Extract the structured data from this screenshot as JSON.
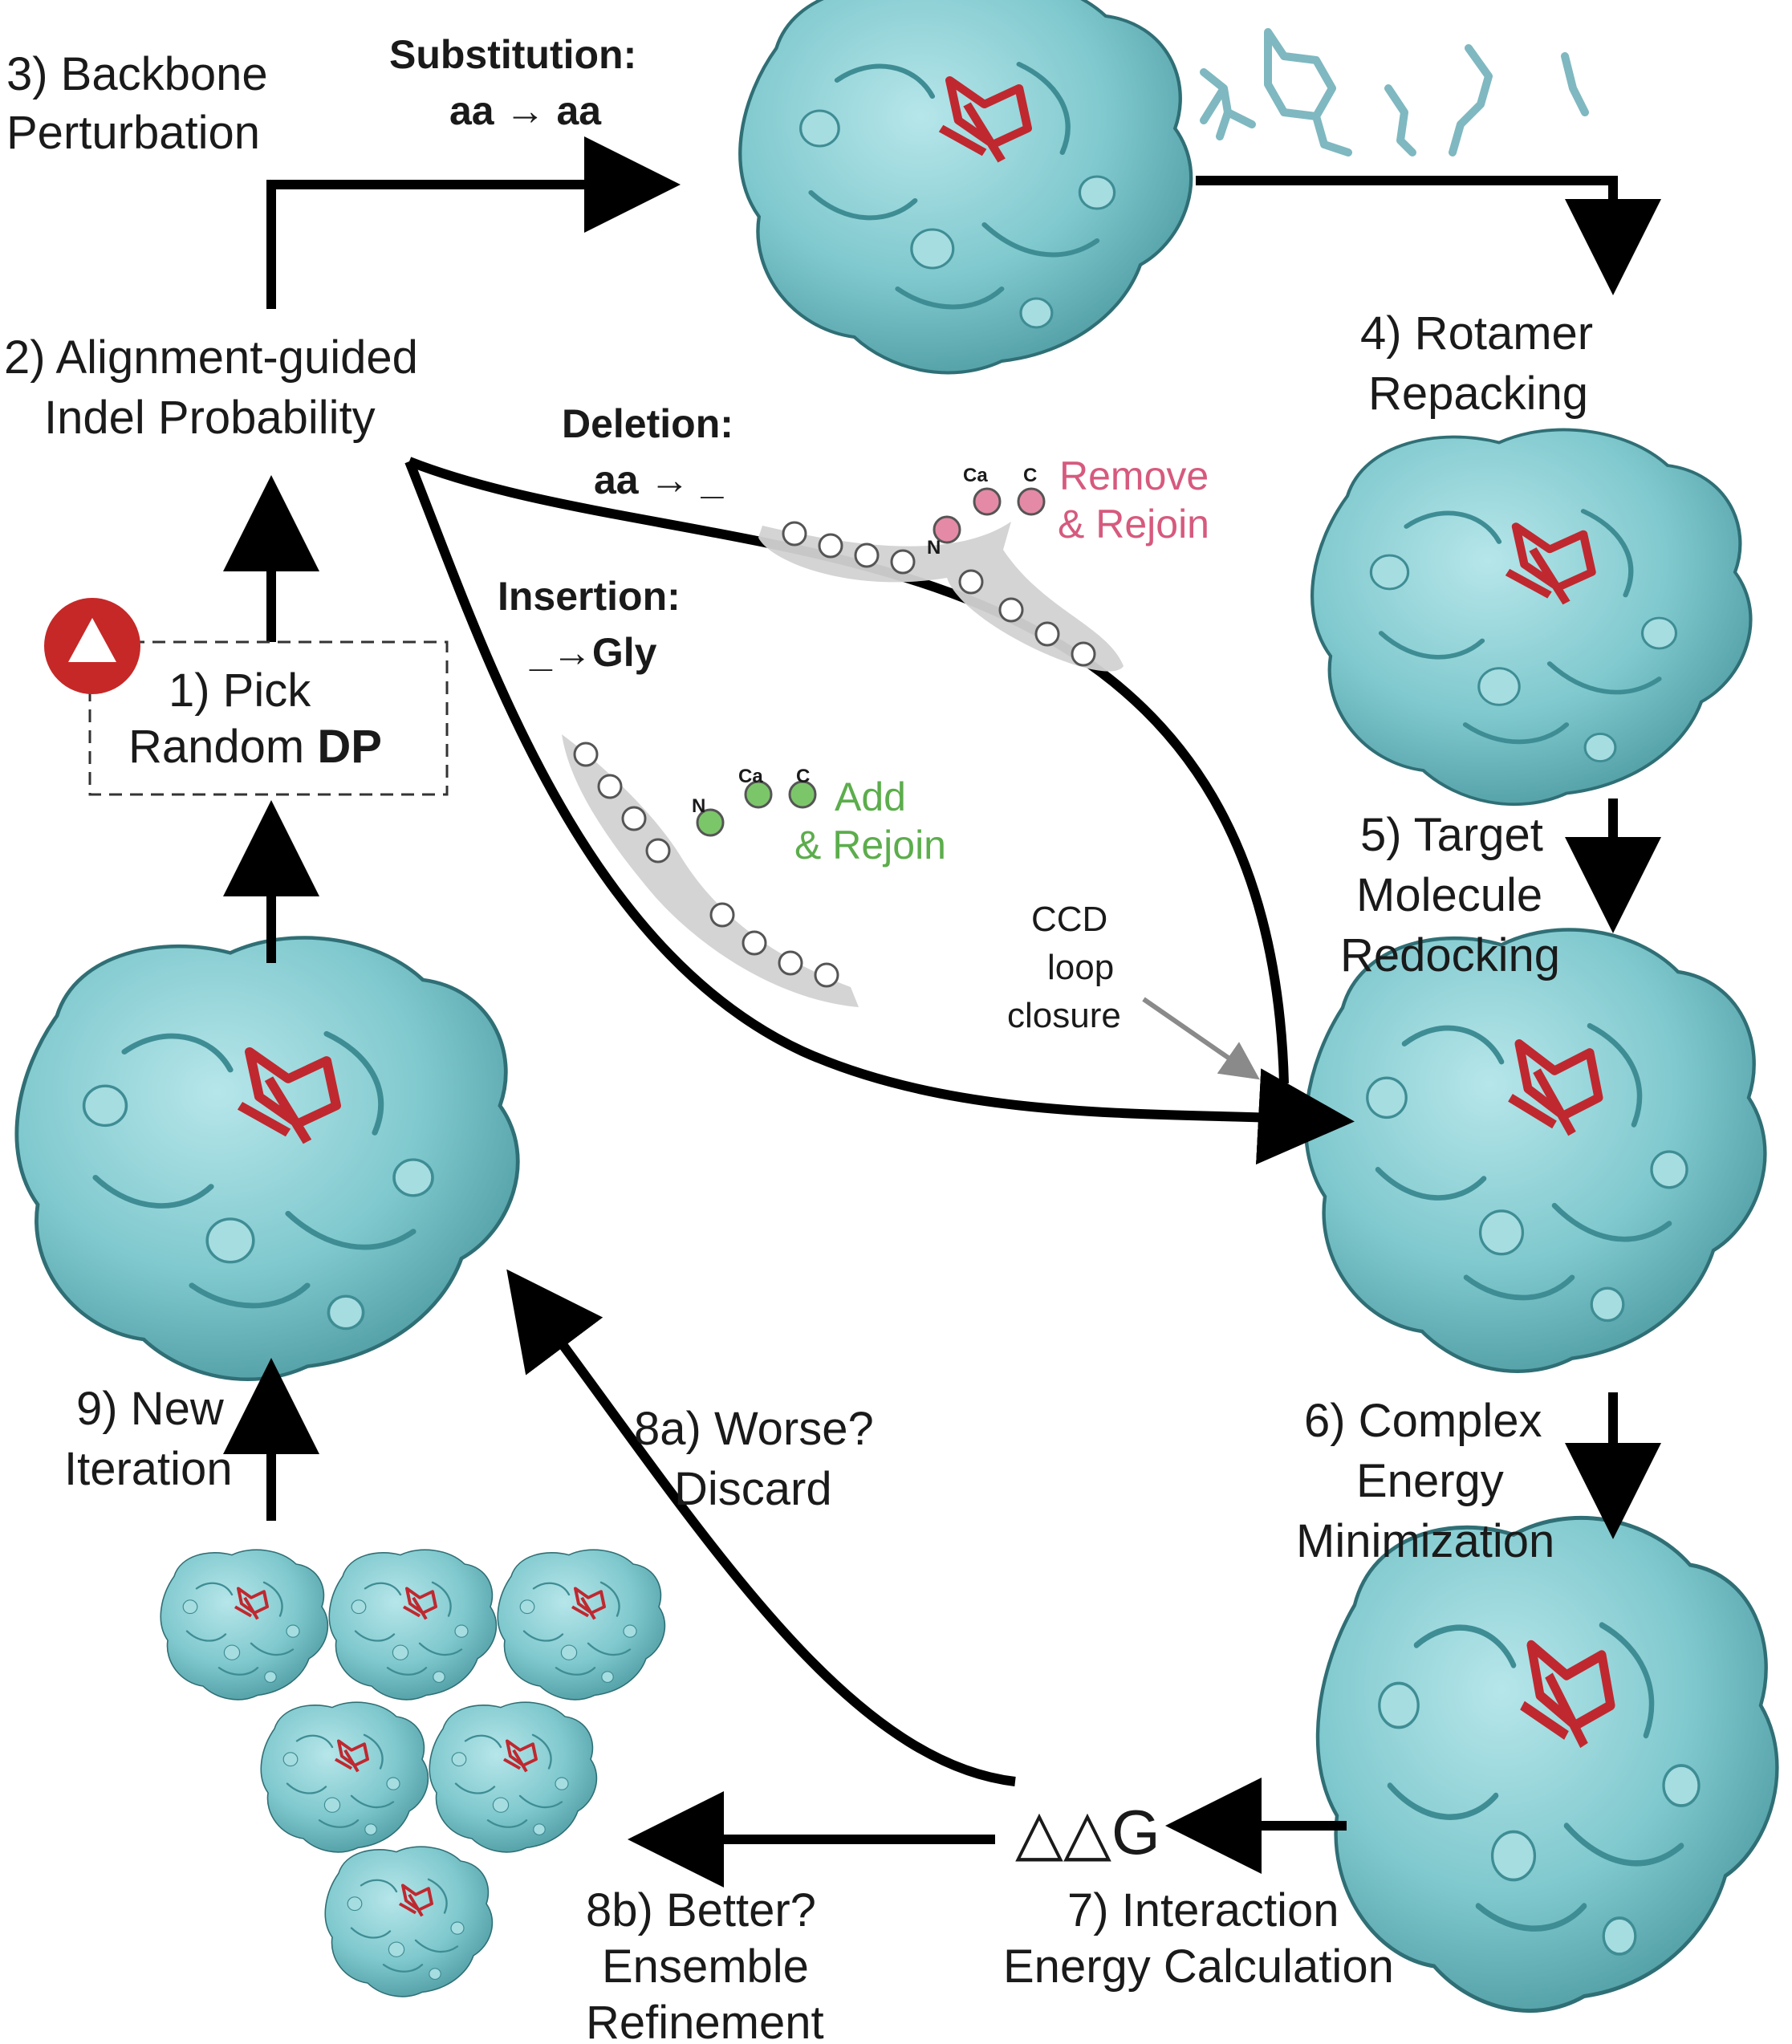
{
  "steps": {
    "s1_line1": "1) Pick",
    "s1_line2_a": "Random ",
    "s1_line2_b": "DP",
    "s2_line1": "2) Alignment-guided",
    "s2_line2": "Indel Probability",
    "s3_line1": "3) Backbone",
    "s3_line2": "Perturbation",
    "s4_line1": "4) Rotamer",
    "s4_line2": "Repacking",
    "s5_line1": "5) Target",
    "s5_line2": "Molecule",
    "s5_line3": "Redocking",
    "s6_line1": "6) Complex",
    "s6_line2": "Energy",
    "s6_line3": "Minimization",
    "s7_line1": "7) Interaction",
    "s7_line2": "Energy Calculation",
    "s8a_line1": "8a) Worse?",
    "s8a_line2": "Discard",
    "s8b_line1": "8b) Better?",
    "s8b_line2": "Ensemble",
    "s8b_line3": "Refinement",
    "s9_line1": "9) New",
    "s9_line2": "Iteration"
  },
  "operations": {
    "substitution_title": "Substitution:",
    "substitution_rule_a": "aa",
    "substitution_arrow": "→",
    "substitution_rule_b": "aa",
    "deletion_title": "Deletion:",
    "deletion_rule_a": "aa",
    "deletion_arrow": "→",
    "deletion_rule_b": "_",
    "insertion_title": "Insertion:",
    "insertion_rule_a": "_",
    "insertion_arrow": "→",
    "insertion_rule_b": "Gly",
    "remove_line1": "Remove",
    "remove_line2": "& Rejoin",
    "add_line1": "Add",
    "add_line2": "& Rejoin",
    "atom_n": "N",
    "atom_ca": "Ca",
    "atom_c": "C"
  },
  "ccd": {
    "line1": "CCD",
    "line2": "loop",
    "line3": "closure"
  },
  "ddg": "△△G",
  "colors": {
    "protein": "#7ec8cd",
    "protein_shadow": "#3f8d94",
    "ligand": "#c0282f",
    "remove": "#d65a7e",
    "add": "#5cad4c",
    "badge": "#c62828"
  },
  "icons": [
    "warning-triangle-icon"
  ]
}
